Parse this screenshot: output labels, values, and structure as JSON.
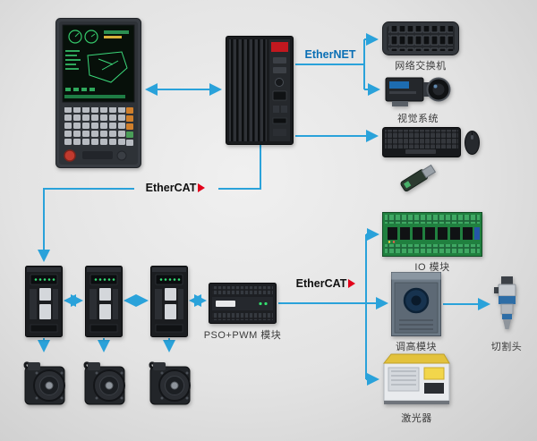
{
  "colors": {
    "arrow_blue": "#2aa2da",
    "ethernet_blue": "#0a6fb5",
    "ethercat_text": "#101010",
    "ethercat_red": "#e2001a",
    "label_gray": "#3c3c3c",
    "background": "#e3e3e3"
  },
  "network_labels": {
    "ethernet": "EtherNET",
    "ethercat_left": "EtherCAT",
    "ethercat_right": "EtherCAT"
  },
  "components": {
    "cnc_panel": {
      "name": "cnc-hmi-panel"
    },
    "controller": {
      "name": "industrial-controller"
    },
    "network_switch": {
      "label": "网络交换机"
    },
    "vision_system": {
      "label": "视觉系统"
    },
    "keyboard": {
      "name": "keyboard"
    },
    "mouse": {
      "name": "mouse"
    },
    "usb_dongle": {
      "name": "usb-dongle"
    },
    "io_module": {
      "label": "IO 模块"
    },
    "pso_pwm_module": {
      "label": "PSO+PWM 模块"
    },
    "height_module": {
      "label": "调高模块"
    },
    "cutting_head": {
      "label": "切割头"
    },
    "laser": {
      "label": "激光器"
    },
    "servo_drives": {
      "count": 3
    },
    "servo_motors": {
      "count": 3
    }
  }
}
